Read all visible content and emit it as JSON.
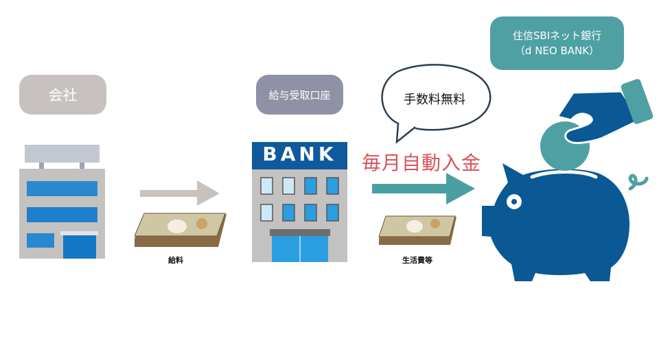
{
  "company": {
    "label": "会社"
  },
  "salary_account": {
    "label": "給与受取口座",
    "bank_sign": "BANK"
  },
  "transfer1": {
    "money_label": "給料"
  },
  "bubble": {
    "text": "手数料無料"
  },
  "transfer2": {
    "caption": "毎月自動入金",
    "money_label": "生活費等"
  },
  "destination": {
    "line1": "住信SBIネット銀行",
    "line2": "（d NEO BANK）"
  },
  "colors": {
    "company": "#c7c2c0",
    "account": "#8f91a6",
    "teal": "#4fa0a3",
    "pig": "#0a5894",
    "red": "#d9535a",
    "grey_arrow": "#c8c2be"
  }
}
